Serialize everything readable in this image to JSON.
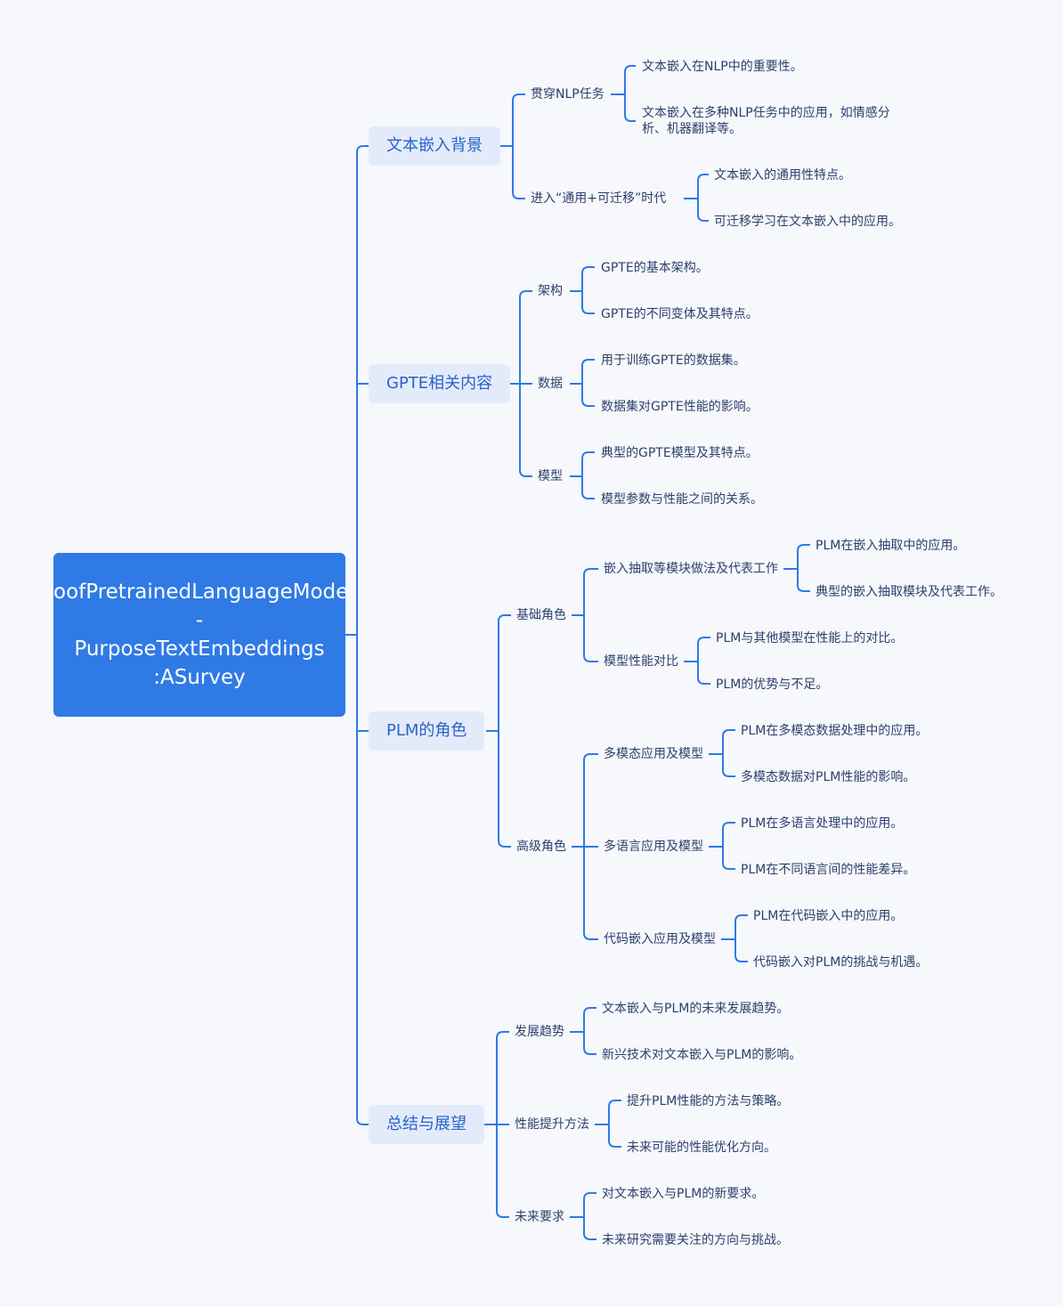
{
  "root": {
    "lines": [
      "oofPretrainedLanguageModel",
      "-",
      "PurposeTextEmbeddings",
      ":ASurvey"
    ]
  },
  "branches": [
    {
      "label": "文本嵌入背景",
      "children": [
        {
          "label": "贯穿NLP任务",
          "children": [
            "文本嵌入在NLP中的重要性。",
            "文本嵌入在多种NLP任务中的应用，如情感分析、机器翻译等。"
          ]
        },
        {
          "label": "进入“通用+可迁移”时代",
          "children": [
            "文本嵌入的通用性特点。",
            "可迁移学习在文本嵌入中的应用。"
          ]
        }
      ]
    },
    {
      "label": "GPTE相关内容",
      "children": [
        {
          "label": "架构",
          "children": [
            "GPTE的基本架构。",
            "GPTE的不同变体及其特点。"
          ]
        },
        {
          "label": "数据",
          "children": [
            "用于训练GPTE的数据集。",
            "数据集对GPTE性能的影响。"
          ]
        },
        {
          "label": "模型",
          "children": [
            "典型的GPTE模型及其特点。",
            "模型参数与性能之间的关系。"
          ]
        }
      ]
    },
    {
      "label": "PLM的角色",
      "children": [
        {
          "label": "基础角色",
          "children": [
            {
              "label": "嵌入抽取等模块做法及代表工作",
              "children": [
                "PLM在嵌入抽取中的应用。",
                "典型的嵌入抽取模块及代表工作。"
              ]
            },
            {
              "label": "模型性能对比",
              "children": [
                "PLM与其他模型在性能上的对比。",
                "PLM的优势与不足。"
              ]
            }
          ]
        },
        {
          "label": "高级角色",
          "children": [
            {
              "label": "多模态应用及模型",
              "children": [
                "PLM在多模态数据处理中的应用。",
                "多模态数据对PLM性能的影响。"
              ]
            },
            {
              "label": "多语言应用及模型",
              "children": [
                "PLM在多语言处理中的应用。",
                "PLM在不同语言间的性能差异。"
              ]
            },
            {
              "label": "代码嵌入应用及模型",
              "children": [
                "PLM在代码嵌入中的应用。",
                "代码嵌入对PLM的挑战与机遇。"
              ]
            }
          ]
        }
      ]
    },
    {
      "label": "总结与展望",
      "children": [
        {
          "label": "发展趋势",
          "children": [
            "文本嵌入与PLM的未来发展趋势。",
            "新兴技术对文本嵌入与PLM的影响。"
          ]
        },
        {
          "label": "性能提升方法",
          "children": [
            "提升PLM性能的方法与策略。",
            "未来可能的性能优化方向。"
          ]
        },
        {
          "label": "未来要求",
          "children": [
            "对文本嵌入与PLM的新要求。",
            "未来研究需要关注的方向与挑战。"
          ]
        }
      ]
    }
  ],
  "colors": {
    "line": "#2f7ae5",
    "root_bg": "#2f7ae5",
    "branch_bg": "#e3ebfb",
    "branch_text": "#2a63c7",
    "text": "#2c3f6b",
    "background": "#f6f8fc"
  }
}
